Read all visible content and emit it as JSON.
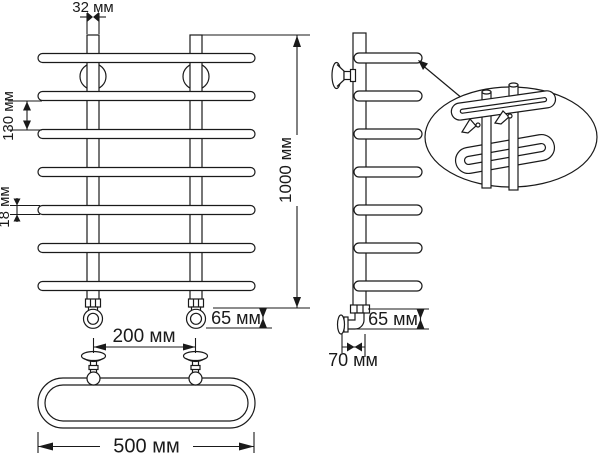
{
  "drawing": {
    "type": "towel-rail-technical-drawing",
    "colors": {
      "background": "#ffffff",
      "line": "#1a1a1a"
    },
    "dimensions": {
      "post_width": "32 мм",
      "rail_spacing": "130 мм",
      "tube_diameter": "18 мм",
      "height": "1000 мм",
      "bottom_offset_front": "65 мм",
      "bottom_offset_side": "65 мм",
      "wall_distance": "70 мм",
      "bracket_spacing": "200 мм",
      "width": "500 мм"
    }
  }
}
